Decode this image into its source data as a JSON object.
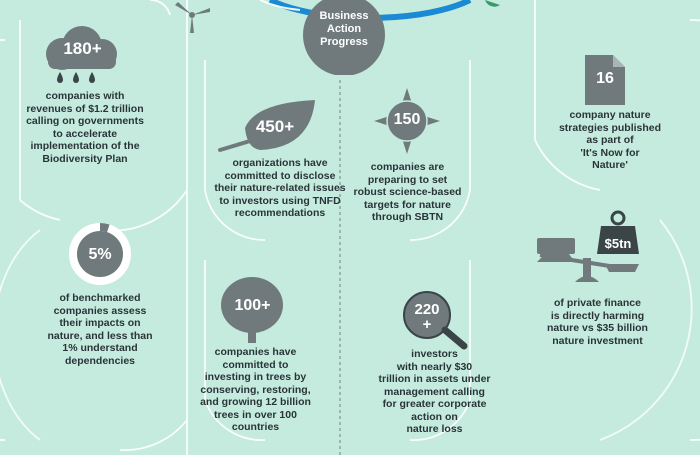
{
  "center": {
    "label_line1": "Business",
    "label_line2": "Action",
    "label_line3": "Progress"
  },
  "stats": [
    {
      "value": "180+",
      "lines": [
        "companies with",
        "revenues of $1.2 trillion",
        "calling on governments",
        "to accelerate",
        "implementation of the",
        "Biodiversity Plan"
      ]
    },
    {
      "value": "450+",
      "lines": [
        "organizations have",
        "committed to disclose",
        "their nature-related issues",
        "to investors using TNFD",
        "recommendations"
      ]
    },
    {
      "value": "150",
      "lines": [
        "companies are",
        "preparing to set",
        "robust science-based",
        "targets for nature",
        "through SBTN"
      ]
    },
    {
      "value": "16",
      "lines": [
        "company nature",
        "strategies published",
        "as part of",
        "'It's Now for",
        "Nature'"
      ]
    },
    {
      "value": "5%",
      "lines": [
        "of benchmarked",
        "companies assess",
        "their impacts on",
        "nature, and less than",
        "1% understand",
        "dependencies"
      ]
    },
    {
      "value": "100+",
      "lines": [
        "companies have",
        "committed to",
        "investing in trees by",
        "conserving, restoring,",
        "and growing 12 billion",
        "trees in over 100",
        "countries"
      ]
    },
    {
      "value": "220",
      "value_suffix": "+",
      "lines": [
        "investors",
        "with nearly $30",
        "trillion in assets under",
        "management calling",
        "for greater corporate",
        "action on",
        "nature loss"
      ]
    },
    {
      "value": "$5tn",
      "lines": [
        "of private finance",
        "is directly harming",
        "nature vs $35 billion",
        "nature investment"
      ]
    }
  ],
  "colors": {
    "background": "#c4ebde",
    "dark_icon": "#707a7c",
    "white_arc": "#ffffff",
    "blue": "#1a8ad4",
    "text": "#2a3438"
  },
  "icons": [
    "cloud-icon",
    "leaf-icon",
    "compass-icon",
    "document-icon",
    "donut-icon",
    "tree-icon",
    "magnifier-icon",
    "scale-icon",
    "weight-icon",
    "wind-turbine-icon"
  ]
}
